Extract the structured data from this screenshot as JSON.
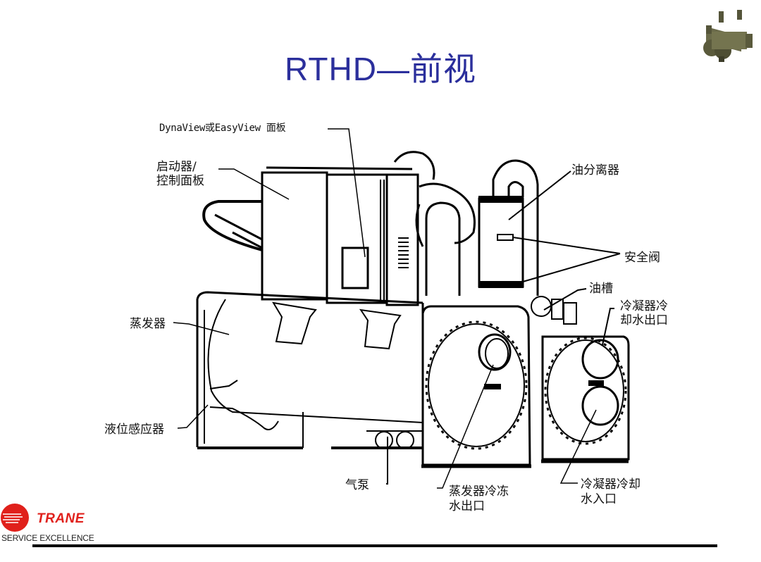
{
  "slide": {
    "title": "RTHD—前视",
    "title_color": "#2b2f9c",
    "thumbnail_icon": "chiller-unit-thumbnail"
  },
  "labels": {
    "dynaview_panel": "DynaView或EasyView 面板",
    "starter_line1": "启动器/",
    "starter_line2": "控制面板",
    "oil_separator": "油分离器",
    "safety_valve": "安全阀",
    "oil_sump": "油槽",
    "cond_out_line1": "冷凝器冷",
    "cond_out_line2": "却水出口",
    "evaporator": "蒸发器",
    "level_sensor": "液位感应器",
    "air_pump": "气泵",
    "evap_out_line1": "蒸发器冷冻",
    "evap_out_line2": "水出口",
    "cond_in_line1": "冷凝器冷却",
    "cond_in_line2": "水入口"
  },
  "footer": {
    "brand": "TRANE",
    "tagline": "SERVICE EXCELLENCE",
    "brand_color": "#e0201b"
  }
}
